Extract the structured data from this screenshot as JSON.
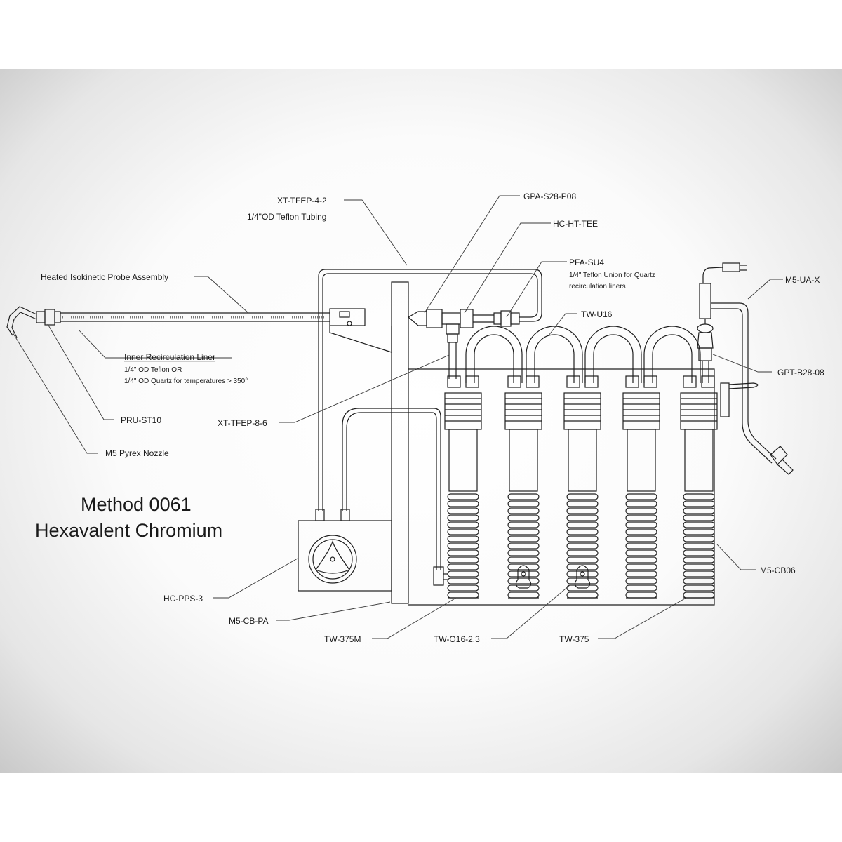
{
  "title": {
    "line1": "Method 0061",
    "line2": "Hexavalent Chromium"
  },
  "labels": {
    "xt_tfep_4_2": "XT-TFEP-4-2",
    "xt_tfep_4_2_desc": "1/4\"OD Teflon Tubing",
    "gpa_s28_p08": "GPA-S28-P08",
    "hc_ht_tee": "HC-HT-TEE",
    "pfa_su4": "PFA-SU4",
    "pfa_su4_desc1": "1/4\" Teflon Union for Quartz",
    "pfa_su4_desc2": "recirculation liners",
    "m5_ua_x": "M5-UA-X",
    "tw_u16": "TW-U16",
    "heated_probe": "Heated Isokinetic Probe Assembly",
    "inner_liner": "Inner Recirculation Liner",
    "inner_liner_desc1": "1/4\" OD Teflon  OR",
    "inner_liner_desc2": "1/4\" OD Quartz for temperatures > 350°",
    "gpt_b28_08": "GPT-B28-08",
    "xt_tfep_8_6": "XT-TFEP-8-6",
    "pru_st10": "PRU-ST10",
    "m5_pyrex_nozzle": "M5 Pyrex Nozzle",
    "m5_cb06": "M5-CB06",
    "hc_pps_3": "HC-PPS-3",
    "m5_cb_pa": "M5-CB-PA",
    "tw_375m": "TW-375M",
    "tw_o16_2_3": "TW-O16-2.3",
    "tw_375": "TW-375"
  },
  "colors": {
    "ink": "#1f1f1f",
    "paper": "#ffffff"
  }
}
